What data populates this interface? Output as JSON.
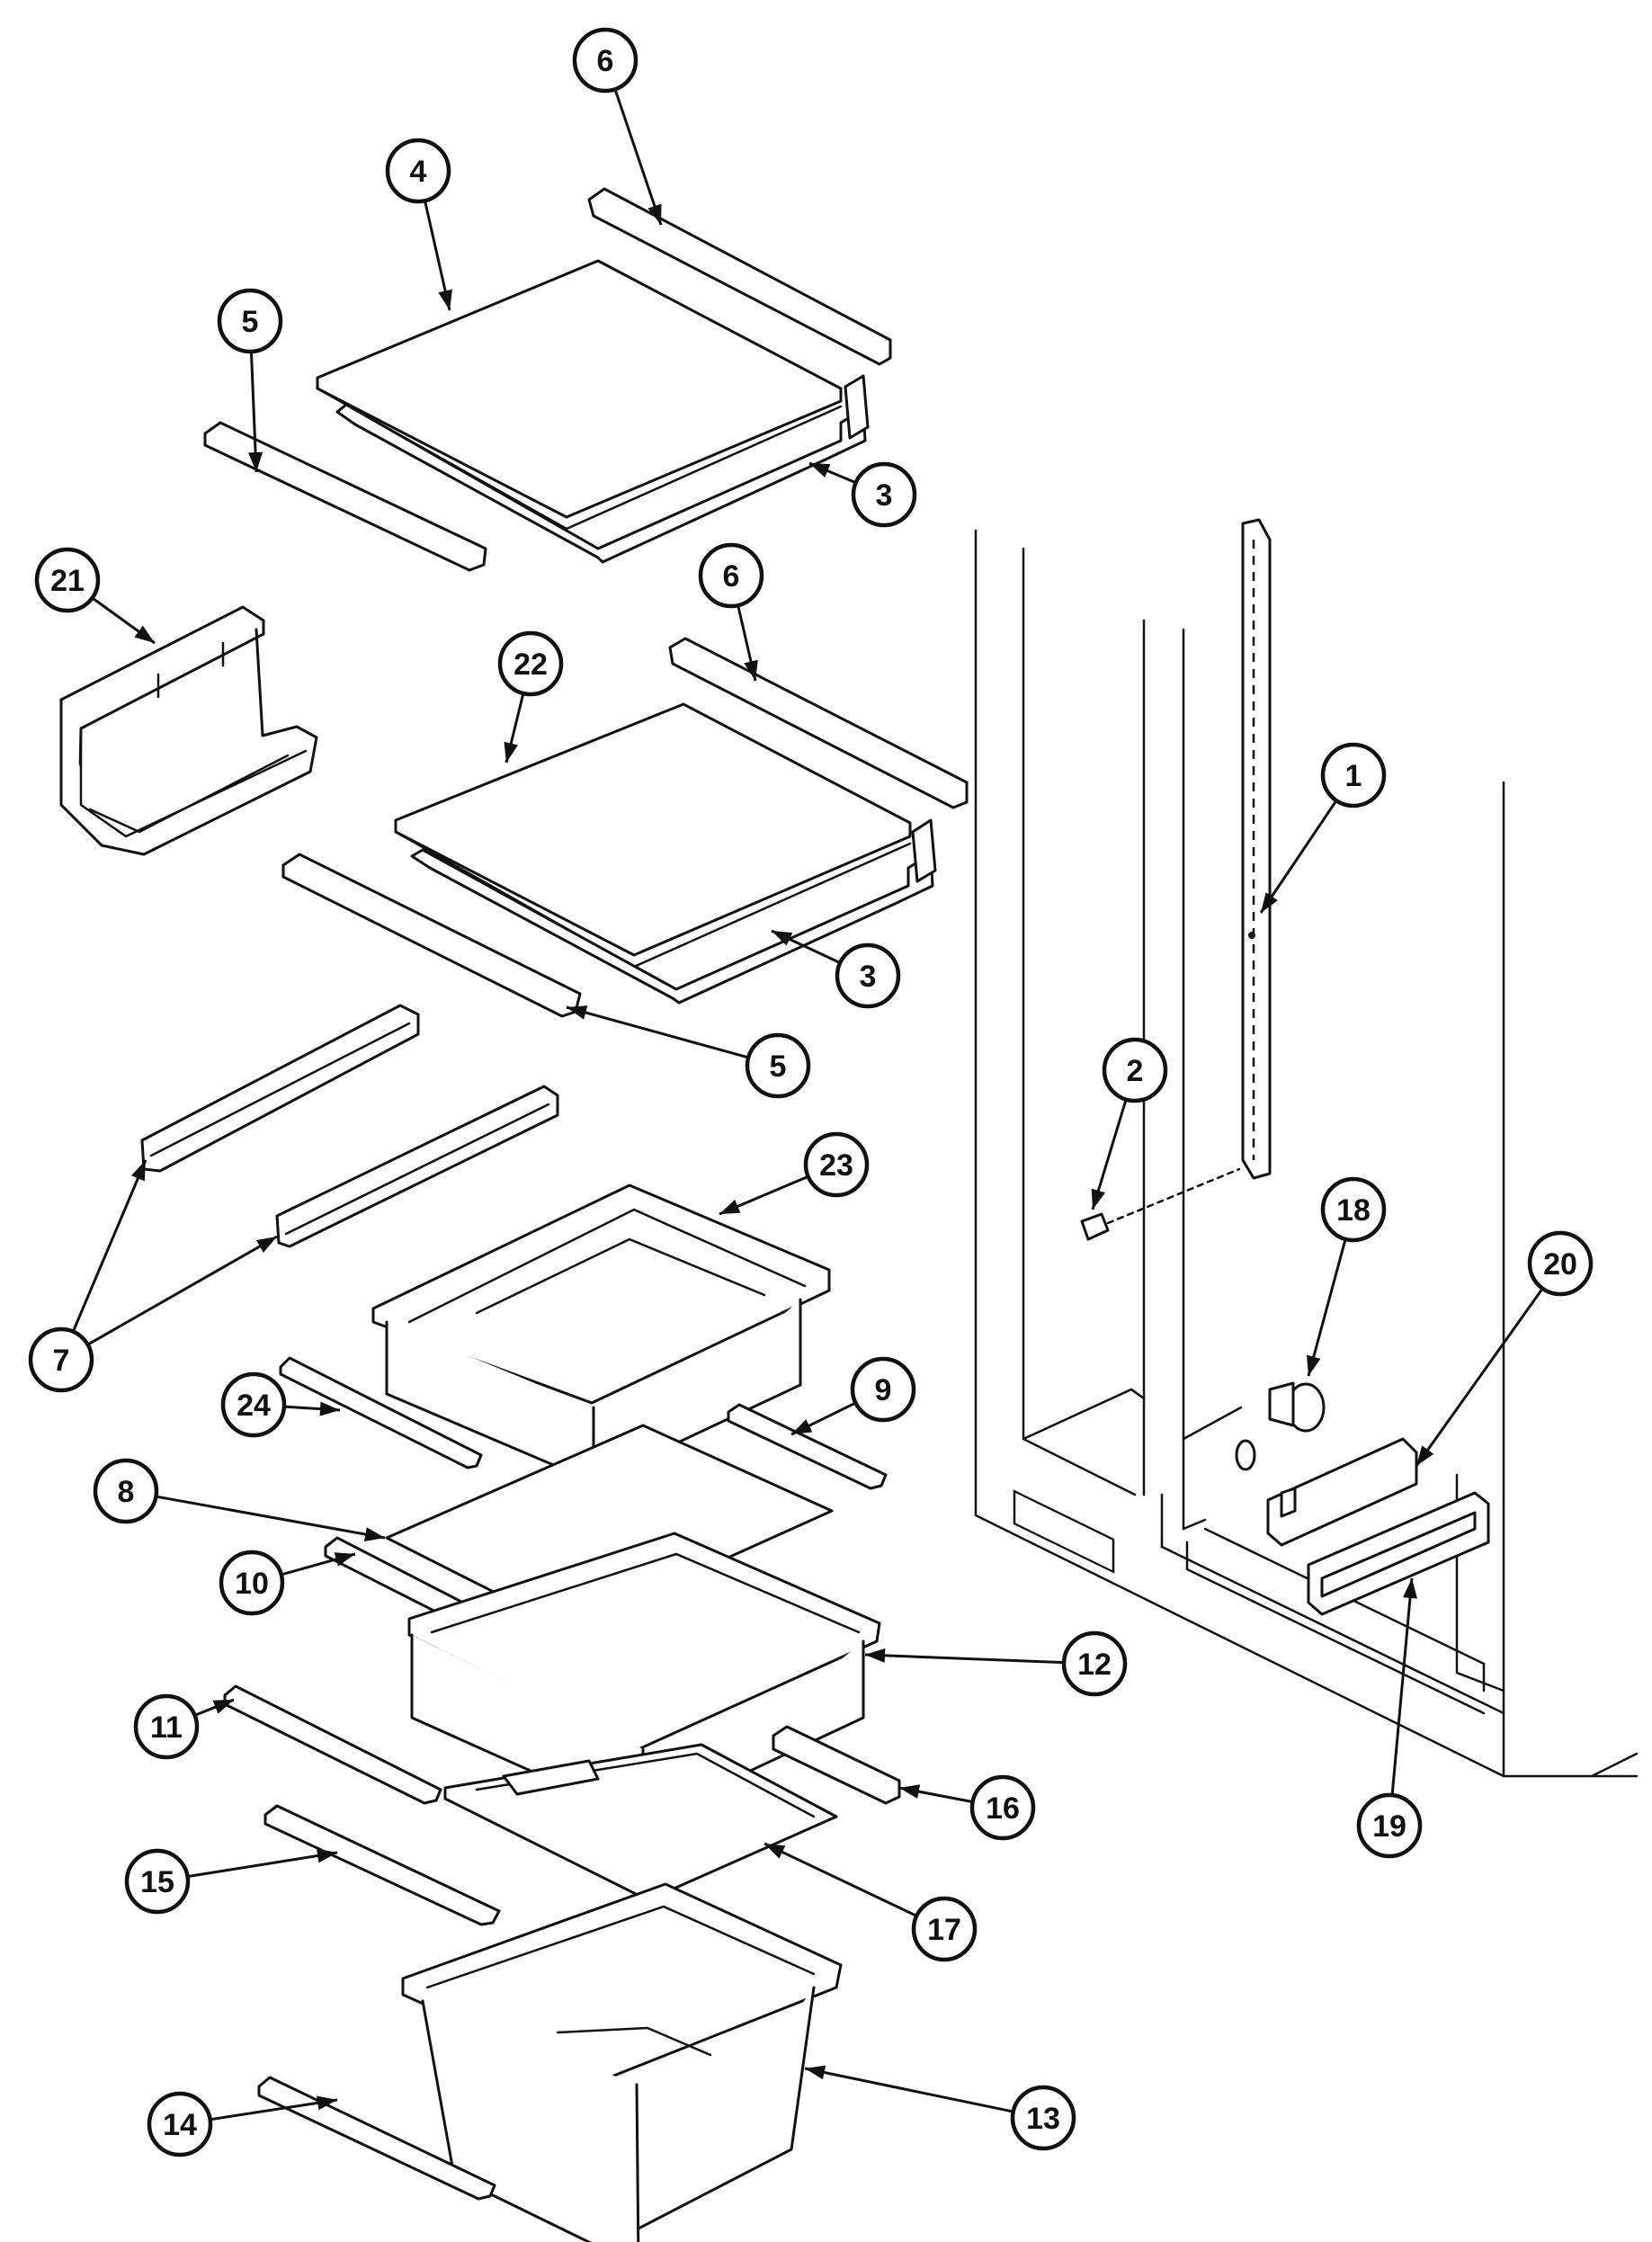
{
  "colors": {
    "ink": "#111111",
    "paper": "#ffffff"
  },
  "callouts": [
    {
      "id": "c1",
      "label": "1",
      "part": "shelf-ladder-rail"
    },
    {
      "id": "c2",
      "label": "2",
      "part": "screw"
    },
    {
      "id": "c3a",
      "label": "3",
      "part": "shelf-frame-upper"
    },
    {
      "id": "c3b",
      "label": "3",
      "part": "shelf-frame-lower"
    },
    {
      "id": "c4",
      "label": "4",
      "part": "glass-shelf-upper"
    },
    {
      "id": "c5a",
      "label": "5",
      "part": "shelf-trim-front-upper"
    },
    {
      "id": "c5b",
      "label": "5",
      "part": "shelf-trim-front-lower"
    },
    {
      "id": "c6a",
      "label": "6",
      "part": "shelf-trim-rear-upper"
    },
    {
      "id": "c6b",
      "label": "6",
      "part": "shelf-trim-rear-lower"
    },
    {
      "id": "c7",
      "label": "7",
      "part": "drawer-slides"
    },
    {
      "id": "c8",
      "label": "8",
      "part": "crisper-cover-glass"
    },
    {
      "id": "c9",
      "label": "9",
      "part": "cover-trim-right"
    },
    {
      "id": "c10",
      "label": "10",
      "part": "cover-trim-front"
    },
    {
      "id": "c11",
      "label": "11",
      "part": "drawer-trim-middle"
    },
    {
      "id": "c12",
      "label": "12",
      "part": "crisper-drawer"
    },
    {
      "id": "c13",
      "label": "13",
      "part": "bottom-crisper-drawer"
    },
    {
      "id": "c14",
      "label": "14",
      "part": "drawer-trim-bottom"
    },
    {
      "id": "c15",
      "label": "15",
      "part": "cover-trim-bottom"
    },
    {
      "id": "c16",
      "label": "16",
      "part": "cover-support-rail"
    },
    {
      "id": "c17",
      "label": "17",
      "part": "crisper-cover-frame"
    },
    {
      "id": "c18",
      "label": "18",
      "part": "control-knob"
    },
    {
      "id": "c19",
      "label": "19",
      "part": "rear-pan-support"
    },
    {
      "id": "c20",
      "label": "20",
      "part": "support-bracket"
    },
    {
      "id": "c21",
      "label": "21",
      "part": "can-rack"
    },
    {
      "id": "c22",
      "label": "22",
      "part": "glass-shelf-lower"
    },
    {
      "id": "c23",
      "label": "23",
      "part": "meat-drawer"
    },
    {
      "id": "c24",
      "label": "24",
      "part": "meat-drawer-trim"
    }
  ]
}
